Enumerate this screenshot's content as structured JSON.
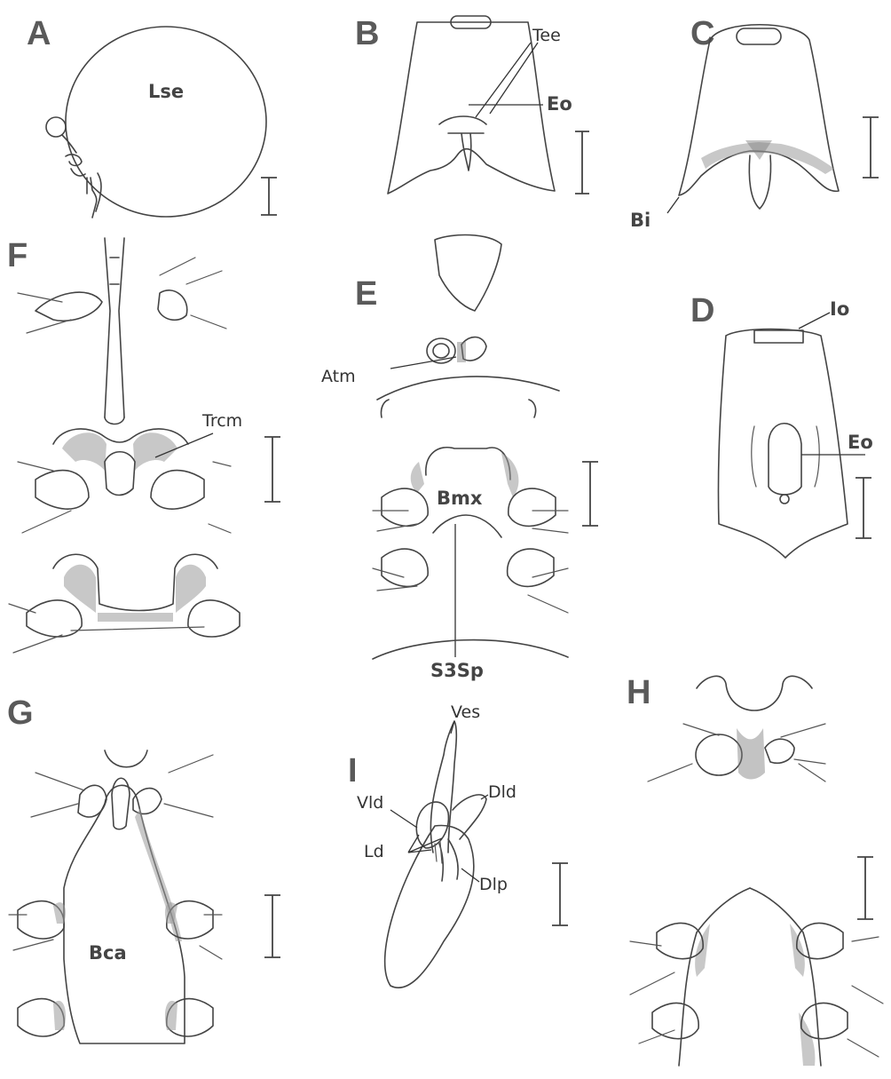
{
  "panels": {
    "A": {
      "letter": "A",
      "labels": {
        "lse": "Lse"
      }
    },
    "B": {
      "letter": "B",
      "labels": {
        "tee": "Tee",
        "eo": "Eo"
      }
    },
    "C": {
      "letter": "C",
      "labels": {
        "bi": "Bi"
      }
    },
    "D": {
      "letter": "D",
      "labels": {
        "io": "Io",
        "eo": "Eo"
      }
    },
    "E": {
      "letter": "E",
      "labels": {
        "atm": "Atm",
        "bmx": "Bmx",
        "s3sp": "S3Sp"
      }
    },
    "F": {
      "letter": "F",
      "labels": {
        "trcm": "Trcm"
      }
    },
    "G": {
      "letter": "G",
      "labels": {
        "bca": "Bca"
      }
    },
    "H": {
      "letter": "H",
      "labels": {}
    },
    "I": {
      "letter": "I",
      "labels": {
        "ves": "Ves",
        "vld": "Vld",
        "dld": "Dld",
        "ld": "Ld",
        "dlp": "Dlp"
      }
    }
  },
  "colors": {
    "line": "#444444",
    "stipple": "#9a9a9a",
    "background": "#ffffff"
  }
}
